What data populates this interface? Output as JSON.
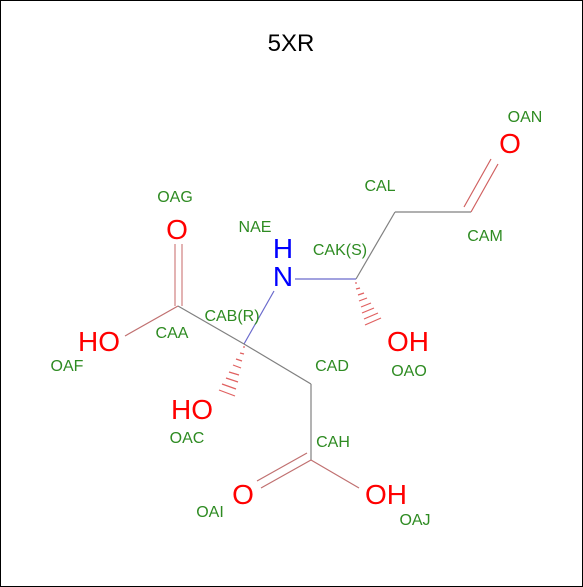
{
  "title": "5XR",
  "colors": {
    "bond": "#808080",
    "carbon_label": "#2e8b22",
    "oxygen": "#ff0000",
    "nitrogen": "#0000ff",
    "title": "#000000"
  },
  "atom_names": {
    "OAN": "OAN",
    "CAL": "CAL",
    "OAG": "OAG",
    "NAE": "NAE",
    "CAK": "CAK(S)",
    "CAM": "CAM",
    "CAB": "CAB(R)",
    "CAA": "CAA",
    "OAF": "OAF",
    "CAD": "CAD",
    "OAO": "OAO",
    "OAC": "OAC",
    "CAH": "CAH",
    "OAI": "OAI",
    "OAJ": "OAJ"
  },
  "element_labels": {
    "O_ketone": "O",
    "NH_H": "H",
    "NH_N": "N",
    "O_carbonyl_1": "O",
    "OH_1": "HO",
    "OH_2": "OH",
    "OH_3": "HO",
    "O_carbonyl_2": "O",
    "OH_4": "OH"
  }
}
